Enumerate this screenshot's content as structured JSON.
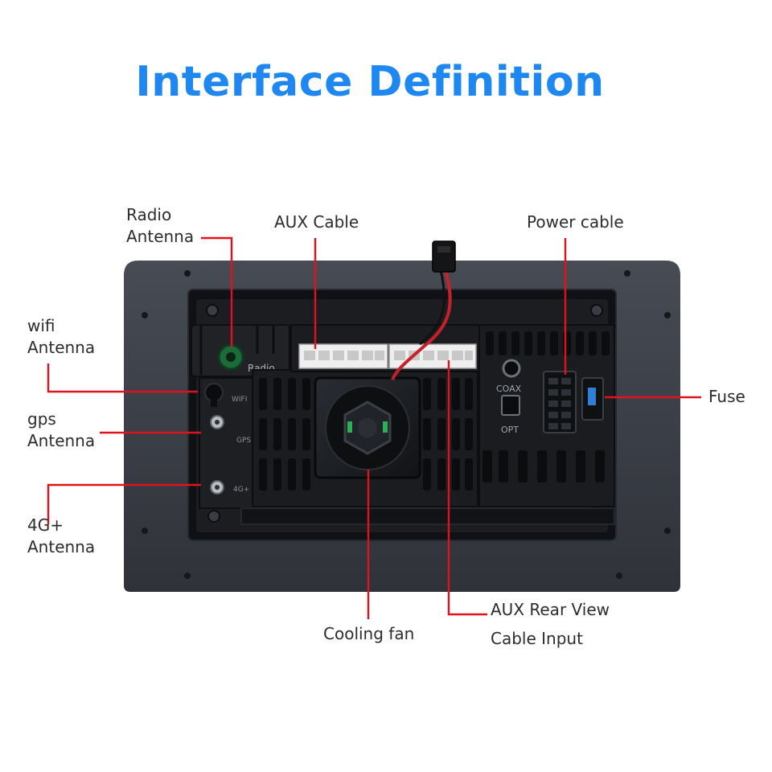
{
  "title": "Interface Definition",
  "labels": {
    "radio_antenna": {
      "line1": "Radio",
      "line2": "Antenna"
    },
    "aux_cable": "AUX Cable",
    "power_cable": "Power cable",
    "wifi_antenna": {
      "line1": "wifi",
      "line2": "Antenna"
    },
    "gps_antenna": {
      "line1": "gps",
      "line2": "Antenna"
    },
    "fourg_antenna": {
      "line1": "4G+",
      "line2": "Antenna"
    },
    "fuse": "Fuse",
    "cooling_fan": "Cooling fan",
    "aux_rear_view": {
      "line1": "AUX Rear View",
      "line2": "Cable Input"
    }
  },
  "device_marks": {
    "radio": "Radio",
    "wifi": "WIFI",
    "gps": "GPS",
    "fourg": "4G+",
    "coax": "COAX",
    "opt": "OPT"
  },
  "colors": {
    "title": "#1e88f0",
    "callout": "#e0121c",
    "panel": "#3a3e46",
    "unit": "#16181c"
  }
}
